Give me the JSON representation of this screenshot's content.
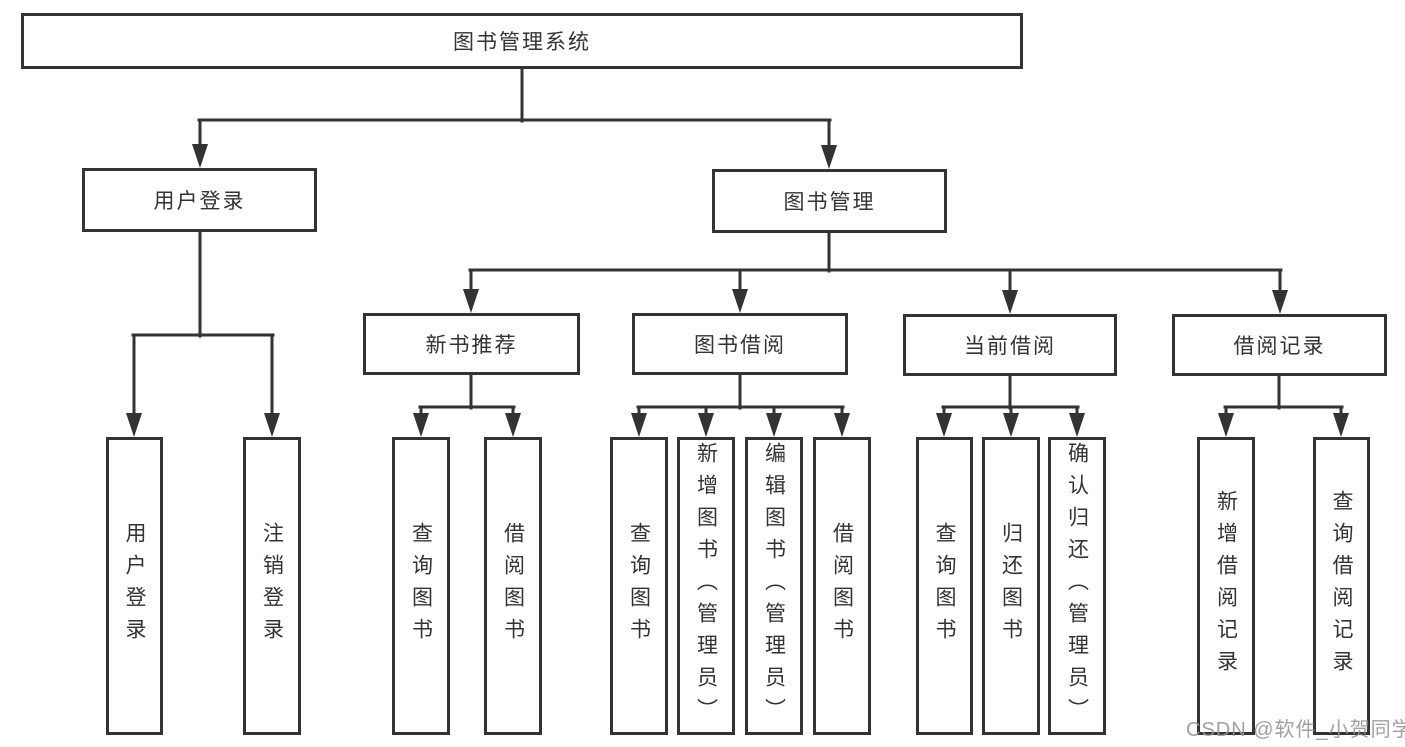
{
  "tree": {
    "label": "图书管理系统",
    "children": [
      {
        "label": "用户登录",
        "children": [
          {
            "label": "用户登录"
          },
          {
            "label": "注销登录"
          }
        ]
      },
      {
        "label": "图书管理",
        "children": [
          {
            "label": "新书推荐",
            "children": [
              {
                "label": "查询图书"
              },
              {
                "label": "借阅图书"
              }
            ]
          },
          {
            "label": "图书借阅",
            "children": [
              {
                "label": "查询图书"
              },
              {
                "label": "新增图书（管理员）"
              },
              {
                "label": "编辑图书（管理员）"
              },
              {
                "label": "借阅图书"
              }
            ]
          },
          {
            "label": "当前借阅",
            "children": [
              {
                "label": "查询图书"
              },
              {
                "label": "归还图书"
              },
              {
                "label": "确认归还（管理员）"
              }
            ]
          },
          {
            "label": "借阅记录",
            "children": [
              {
                "label": "新增借阅记录"
              },
              {
                "label": "查询借阅记录"
              }
            ]
          }
        ]
      }
    ]
  },
  "watermark": {
    "text": "CSDN @软件_小贺同学"
  },
  "colors": {
    "line": "#333333",
    "text": "#333333",
    "watermark": "#969696",
    "background": "#ffffff"
  }
}
